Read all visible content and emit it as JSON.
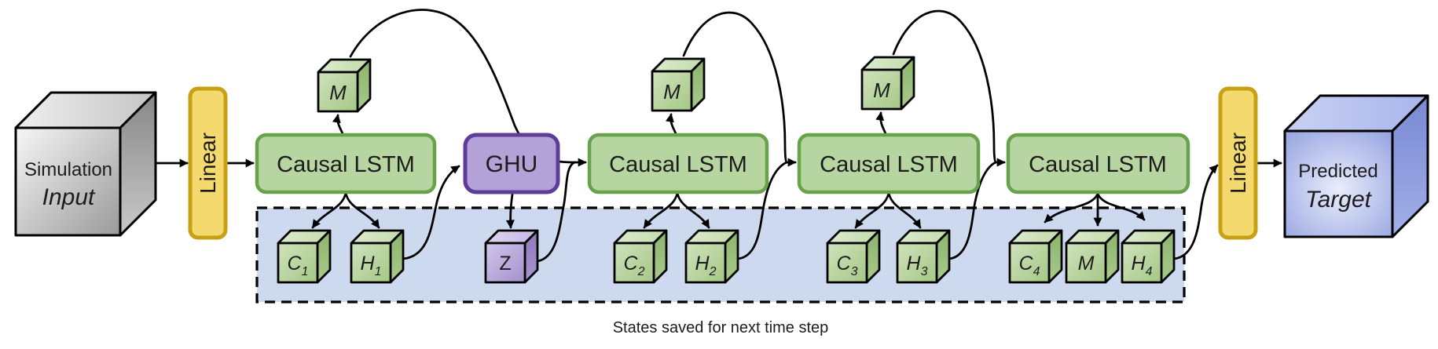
{
  "diagram": {
    "input_cube": {
      "line1": "Simulation",
      "line2": "Input"
    },
    "output_cube": {
      "line1": "Predicted",
      "line2": "Target"
    },
    "linear_in": {
      "label": "Linear"
    },
    "linear_out": {
      "label": "Linear"
    },
    "ghu": {
      "label": "GHU"
    },
    "lstm_blocks": [
      {
        "label": "Causal LSTM"
      },
      {
        "label": "Causal LSTM"
      },
      {
        "label": "Causal LSTM"
      },
      {
        "label": "Causal LSTM"
      }
    ],
    "memory_cubes": [
      {
        "label": "M"
      },
      {
        "label": "M"
      },
      {
        "label": "M"
      }
    ],
    "state_cubes": {
      "c1": {
        "letter": "C",
        "sub": "1"
      },
      "h1": {
        "letter": "H",
        "sub": "1"
      },
      "z": {
        "letter": "Z",
        "sub": ""
      },
      "c2": {
        "letter": "C",
        "sub": "2"
      },
      "h2": {
        "letter": "H",
        "sub": "2"
      },
      "c3": {
        "letter": "C",
        "sub": "3"
      },
      "h3": {
        "letter": "H",
        "sub": "3"
      },
      "c4": {
        "letter": "C",
        "sub": "4"
      },
      "m": {
        "letter": "M",
        "sub": ""
      },
      "h4": {
        "letter": "H",
        "sub": "4"
      }
    },
    "state_region_caption": "States saved for next time step",
    "colors": {
      "lstm_fill": "#b7d5a0",
      "lstm_border": "#69a24d",
      "ghu_fill": "#b3a2d8",
      "ghu_border": "#5e3d99",
      "linear_fill": "#f3d96e",
      "linear_border": "#c7a114",
      "state_region_fill": "#cdd9ee",
      "green_cube_fill": "#b5d49e",
      "purple_cube_fill": "#bcaade",
      "blue_cube_fill": "#aab6e9",
      "gray_cube_fill": "#c3c3c3",
      "arrow_color": "#000000",
      "text_color": "#1c1c1c"
    }
  }
}
